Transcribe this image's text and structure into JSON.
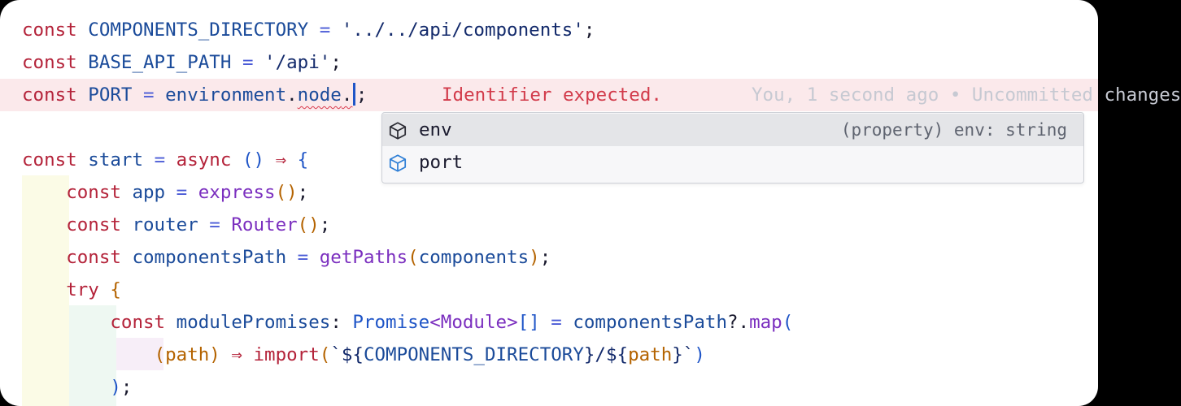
{
  "editor": {
    "lines": [
      {
        "tokens": [
          {
            "t": "const",
            "c": "kw"
          },
          {
            "t": " "
          },
          {
            "t": "COMPONENTS_DIRECTORY",
            "c": "id"
          },
          {
            "t": " "
          },
          {
            "t": "=",
            "c": "op"
          },
          {
            "t": " "
          },
          {
            "t": "'../../api/components'",
            "c": "str"
          },
          {
            "t": ";",
            "c": "pu"
          }
        ]
      },
      {
        "tokens": [
          {
            "t": "const",
            "c": "kw"
          },
          {
            "t": " "
          },
          {
            "t": "BASE_API_PATH",
            "c": "id"
          },
          {
            "t": " "
          },
          {
            "t": "=",
            "c": "op"
          },
          {
            "t": " "
          },
          {
            "t": "'/api'",
            "c": "str"
          },
          {
            "t": ";",
            "c": "pu"
          }
        ]
      },
      {
        "tokens": [
          {
            "t": "const",
            "c": "kw"
          },
          {
            "t": " "
          },
          {
            "t": "PORT",
            "c": "id"
          },
          {
            "t": " "
          },
          {
            "t": "=",
            "c": "op"
          },
          {
            "t": " "
          },
          {
            "t": "environment",
            "c": "id"
          },
          {
            "t": ".",
            "c": "pu"
          },
          {
            "t": "node",
            "c": "id",
            "squiggle": true
          },
          {
            "t": ".",
            "c": "pu",
            "squiggle": true
          },
          {
            "cursor": true
          },
          {
            "t": ";",
            "c": "pu"
          }
        ]
      },
      {
        "tokens": []
      },
      {
        "tokens": [
          {
            "t": "const",
            "c": "kw"
          },
          {
            "t": " "
          },
          {
            "t": "start",
            "c": "id"
          },
          {
            "t": " "
          },
          {
            "t": "=",
            "c": "op"
          },
          {
            "t": " "
          },
          {
            "t": "async",
            "c": "kw"
          },
          {
            "t": " "
          },
          {
            "t": "()",
            "c": "br2"
          },
          {
            "t": " "
          },
          {
            "t": "⇒",
            "c": "kw"
          },
          {
            "t": " "
          },
          {
            "t": "{",
            "c": "br2"
          }
        ]
      },
      {
        "tokens": [
          {
            "t": "    "
          },
          {
            "t": "const",
            "c": "kw"
          },
          {
            "t": " "
          },
          {
            "t": "app",
            "c": "id"
          },
          {
            "t": " "
          },
          {
            "t": "=",
            "c": "op"
          },
          {
            "t": " "
          },
          {
            "t": "express",
            "c": "fn"
          },
          {
            "t": "()",
            "c": "br"
          },
          {
            "t": ";",
            "c": "pu"
          }
        ]
      },
      {
        "tokens": [
          {
            "t": "    "
          },
          {
            "t": "const",
            "c": "kw"
          },
          {
            "t": " "
          },
          {
            "t": "router",
            "c": "id"
          },
          {
            "t": " "
          },
          {
            "t": "=",
            "c": "op"
          },
          {
            "t": " "
          },
          {
            "t": "Router",
            "c": "fn"
          },
          {
            "t": "()",
            "c": "br"
          },
          {
            "t": ";",
            "c": "pu"
          }
        ]
      },
      {
        "tokens": [
          {
            "t": "    "
          },
          {
            "t": "const",
            "c": "kw"
          },
          {
            "t": " "
          },
          {
            "t": "componentsPath",
            "c": "id"
          },
          {
            "t": " "
          },
          {
            "t": "=",
            "c": "op"
          },
          {
            "t": " "
          },
          {
            "t": "getPaths",
            "c": "fn"
          },
          {
            "t": "(",
            "c": "br"
          },
          {
            "t": "components",
            "c": "id"
          },
          {
            "t": ")",
            "c": "br"
          },
          {
            "t": ";",
            "c": "pu"
          }
        ]
      },
      {
        "tokens": [
          {
            "t": "    "
          },
          {
            "t": "try",
            "c": "kw"
          },
          {
            "t": " "
          },
          {
            "t": "{",
            "c": "br"
          }
        ]
      },
      {
        "tokens": [
          {
            "t": "        "
          },
          {
            "t": "const",
            "c": "kw"
          },
          {
            "t": " "
          },
          {
            "t": "modulePromises",
            "c": "id"
          },
          {
            "t": ": ",
            "c": "pu"
          },
          {
            "t": "Promise",
            "c": "ty"
          },
          {
            "t": "<",
            "c": "fn"
          },
          {
            "t": "Module",
            "c": "fn"
          },
          {
            "t": ">",
            "c": "fn"
          },
          {
            "t": "[]",
            "c": "ty"
          },
          {
            "t": " "
          },
          {
            "t": "=",
            "c": "op"
          },
          {
            "t": " "
          },
          {
            "t": "componentsPath",
            "c": "id"
          },
          {
            "t": "?.",
            "c": "pu"
          },
          {
            "t": "map",
            "c": "fn"
          },
          {
            "t": "(",
            "c": "br2"
          }
        ]
      },
      {
        "tokens": [
          {
            "t": "            "
          },
          {
            "t": "(",
            "c": "br"
          },
          {
            "t": "path",
            "c": "br"
          },
          {
            "t": ")",
            "c": "br"
          },
          {
            "t": " "
          },
          {
            "t": "⇒",
            "c": "kw"
          },
          {
            "t": " "
          },
          {
            "t": "import",
            "c": "kw"
          },
          {
            "t": "(",
            "c": "br"
          },
          {
            "t": "`${",
            "c": "str"
          },
          {
            "t": "COMPONENTS_DIRECTORY",
            "c": "id"
          },
          {
            "t": "}/${",
            "c": "str"
          },
          {
            "t": "path",
            "c": "br"
          },
          {
            "t": "}`",
            "c": "str"
          },
          {
            "t": ")",
            "c": "br2"
          }
        ]
      },
      {
        "tokens": [
          {
            "t": "        "
          },
          {
            "t": ")",
            "c": "br2"
          },
          {
            "t": ";",
            "c": "pu"
          }
        ]
      }
    ],
    "diagnostic": "Identifier expected.",
    "blame": "You, 1 second ago • Uncommitted changes"
  },
  "suggest": {
    "items": [
      {
        "label": "env",
        "detail": "(property) env: string",
        "icon": "property-cube-icon",
        "selected": true
      },
      {
        "label": "port",
        "detail": "",
        "icon": "property-cube-icon",
        "selected": false
      }
    ]
  },
  "colors": {
    "keyword": "#b4233a",
    "identifier": "#1b4b9a",
    "error": "#d23a4a",
    "errorLine": "#fbe9eb",
    "cursor": "#1f55c7"
  }
}
